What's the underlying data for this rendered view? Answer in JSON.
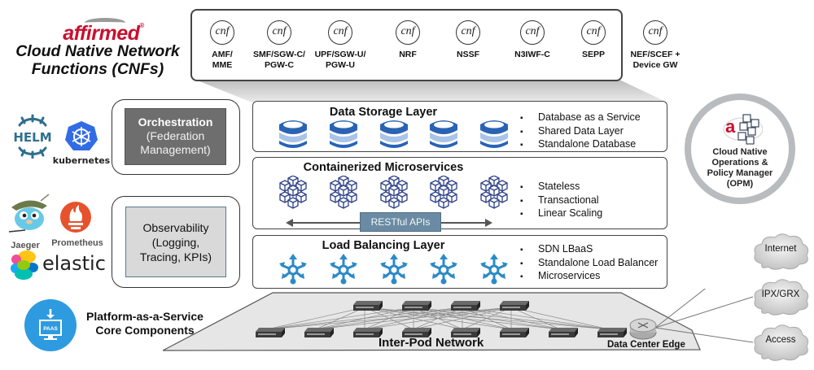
{
  "brand": {
    "logo": "affirmed",
    "registered": "®",
    "title_line1": "Cloud Native Network",
    "title_line2": "Functions (CNFs)"
  },
  "cnfs": {
    "icon_text": "cnf",
    "items": [
      {
        "line1": "AMF/",
        "line2": "MME"
      },
      {
        "line1": "SMF/SGW-C/",
        "line2": "PGW-C"
      },
      {
        "line1": "UPF/SGW-U/",
        "line2": "PGW-U"
      },
      {
        "line1": "NRF",
        "line2": ""
      },
      {
        "line1": "NSSF",
        "line2": ""
      },
      {
        "line1": "N3IWF-C",
        "line2": ""
      },
      {
        "line1": "SEPP",
        "line2": ""
      },
      {
        "line1": "NEF/SCEF +",
        "line2": "Device GW"
      }
    ]
  },
  "orchestration": {
    "tools": {
      "helm": "HELM",
      "kubernetes": "kubernetes"
    },
    "title": "Orchestration",
    "line2": "(Federation",
    "line3": "Management)"
  },
  "observability": {
    "tools": {
      "jaeger": "Jaeger",
      "prometheus": "Prometheus",
      "elastic": "elastic"
    },
    "line1": "Observability",
    "line2": "(Logging,",
    "line3": "Tracing, KPIs)"
  },
  "layers": {
    "storage": {
      "title": "Data Storage Layer",
      "icon": "database-icon",
      "bullets": [
        "Database as a Service",
        "Shared Data Layer",
        "Standalone Database"
      ]
    },
    "microservices": {
      "title": "Containerized Microservices",
      "icon": "container-cluster-icon",
      "api_label": "RESTful APIs",
      "bullets": [
        "Stateless",
        "Transactional",
        "Linear Scaling"
      ]
    },
    "load_balancing": {
      "title": "Load Balancing Layer",
      "icon": "load-balancer-icon",
      "bullets": [
        "SDN LBaaS",
        "Standalone Load Balancer",
        "Microservices"
      ]
    }
  },
  "opm": {
    "logo_letter": "a",
    "line1": "Cloud Native",
    "line2": "Operations &",
    "line3": "Policy Manager",
    "line4": "(OPM)"
  },
  "paas": {
    "icon_text": "PAAS",
    "line1": "Platform-as-a-Service",
    "line2": "Core Components"
  },
  "network": {
    "label": "Inter-Pod Network",
    "edge_label": "Data Center Edge",
    "spine_switches": 4,
    "leaf_switches": 8
  },
  "clouds": [
    "Internet",
    "IPX/GRX",
    "Access"
  ],
  "colors": {
    "brand_red": "#c8102e",
    "icon_blue": "#2a63b4",
    "icon_light_blue": "#a9c4e8",
    "lb_blue": "#2c8ac6",
    "container_navy": "#2b3f86",
    "orchestration_gray": "#6e6e6e",
    "observability_gray": "#d9d9d9",
    "api_badge": "#6a8ba3",
    "paas_blue": "#2e9be0",
    "opm_ring": "#b8bcbf"
  }
}
